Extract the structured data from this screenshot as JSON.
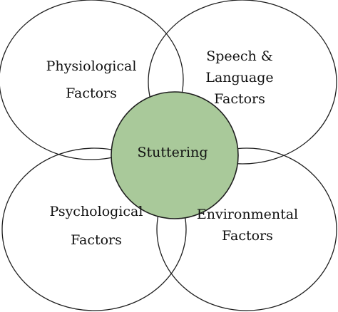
{
  "diagram": {
    "center": {
      "label": "Stuttering",
      "fill": "#a9c99a",
      "stroke": "#1f1f1f"
    },
    "factors": [
      {
        "id": "physiological",
        "lines": [
          "Physiological",
          "Factors"
        ]
      },
      {
        "id": "speech-language",
        "lines": [
          "Speech &",
          "Language",
          "Factors"
        ]
      },
      {
        "id": "psychological",
        "lines": [
          "Psychological",
          "Factors"
        ]
      },
      {
        "id": "environmental",
        "lines": [
          "Environmental",
          "Factors"
        ]
      }
    ],
    "outline_color": "#1f1f1f",
    "background": "#ffffff"
  }
}
